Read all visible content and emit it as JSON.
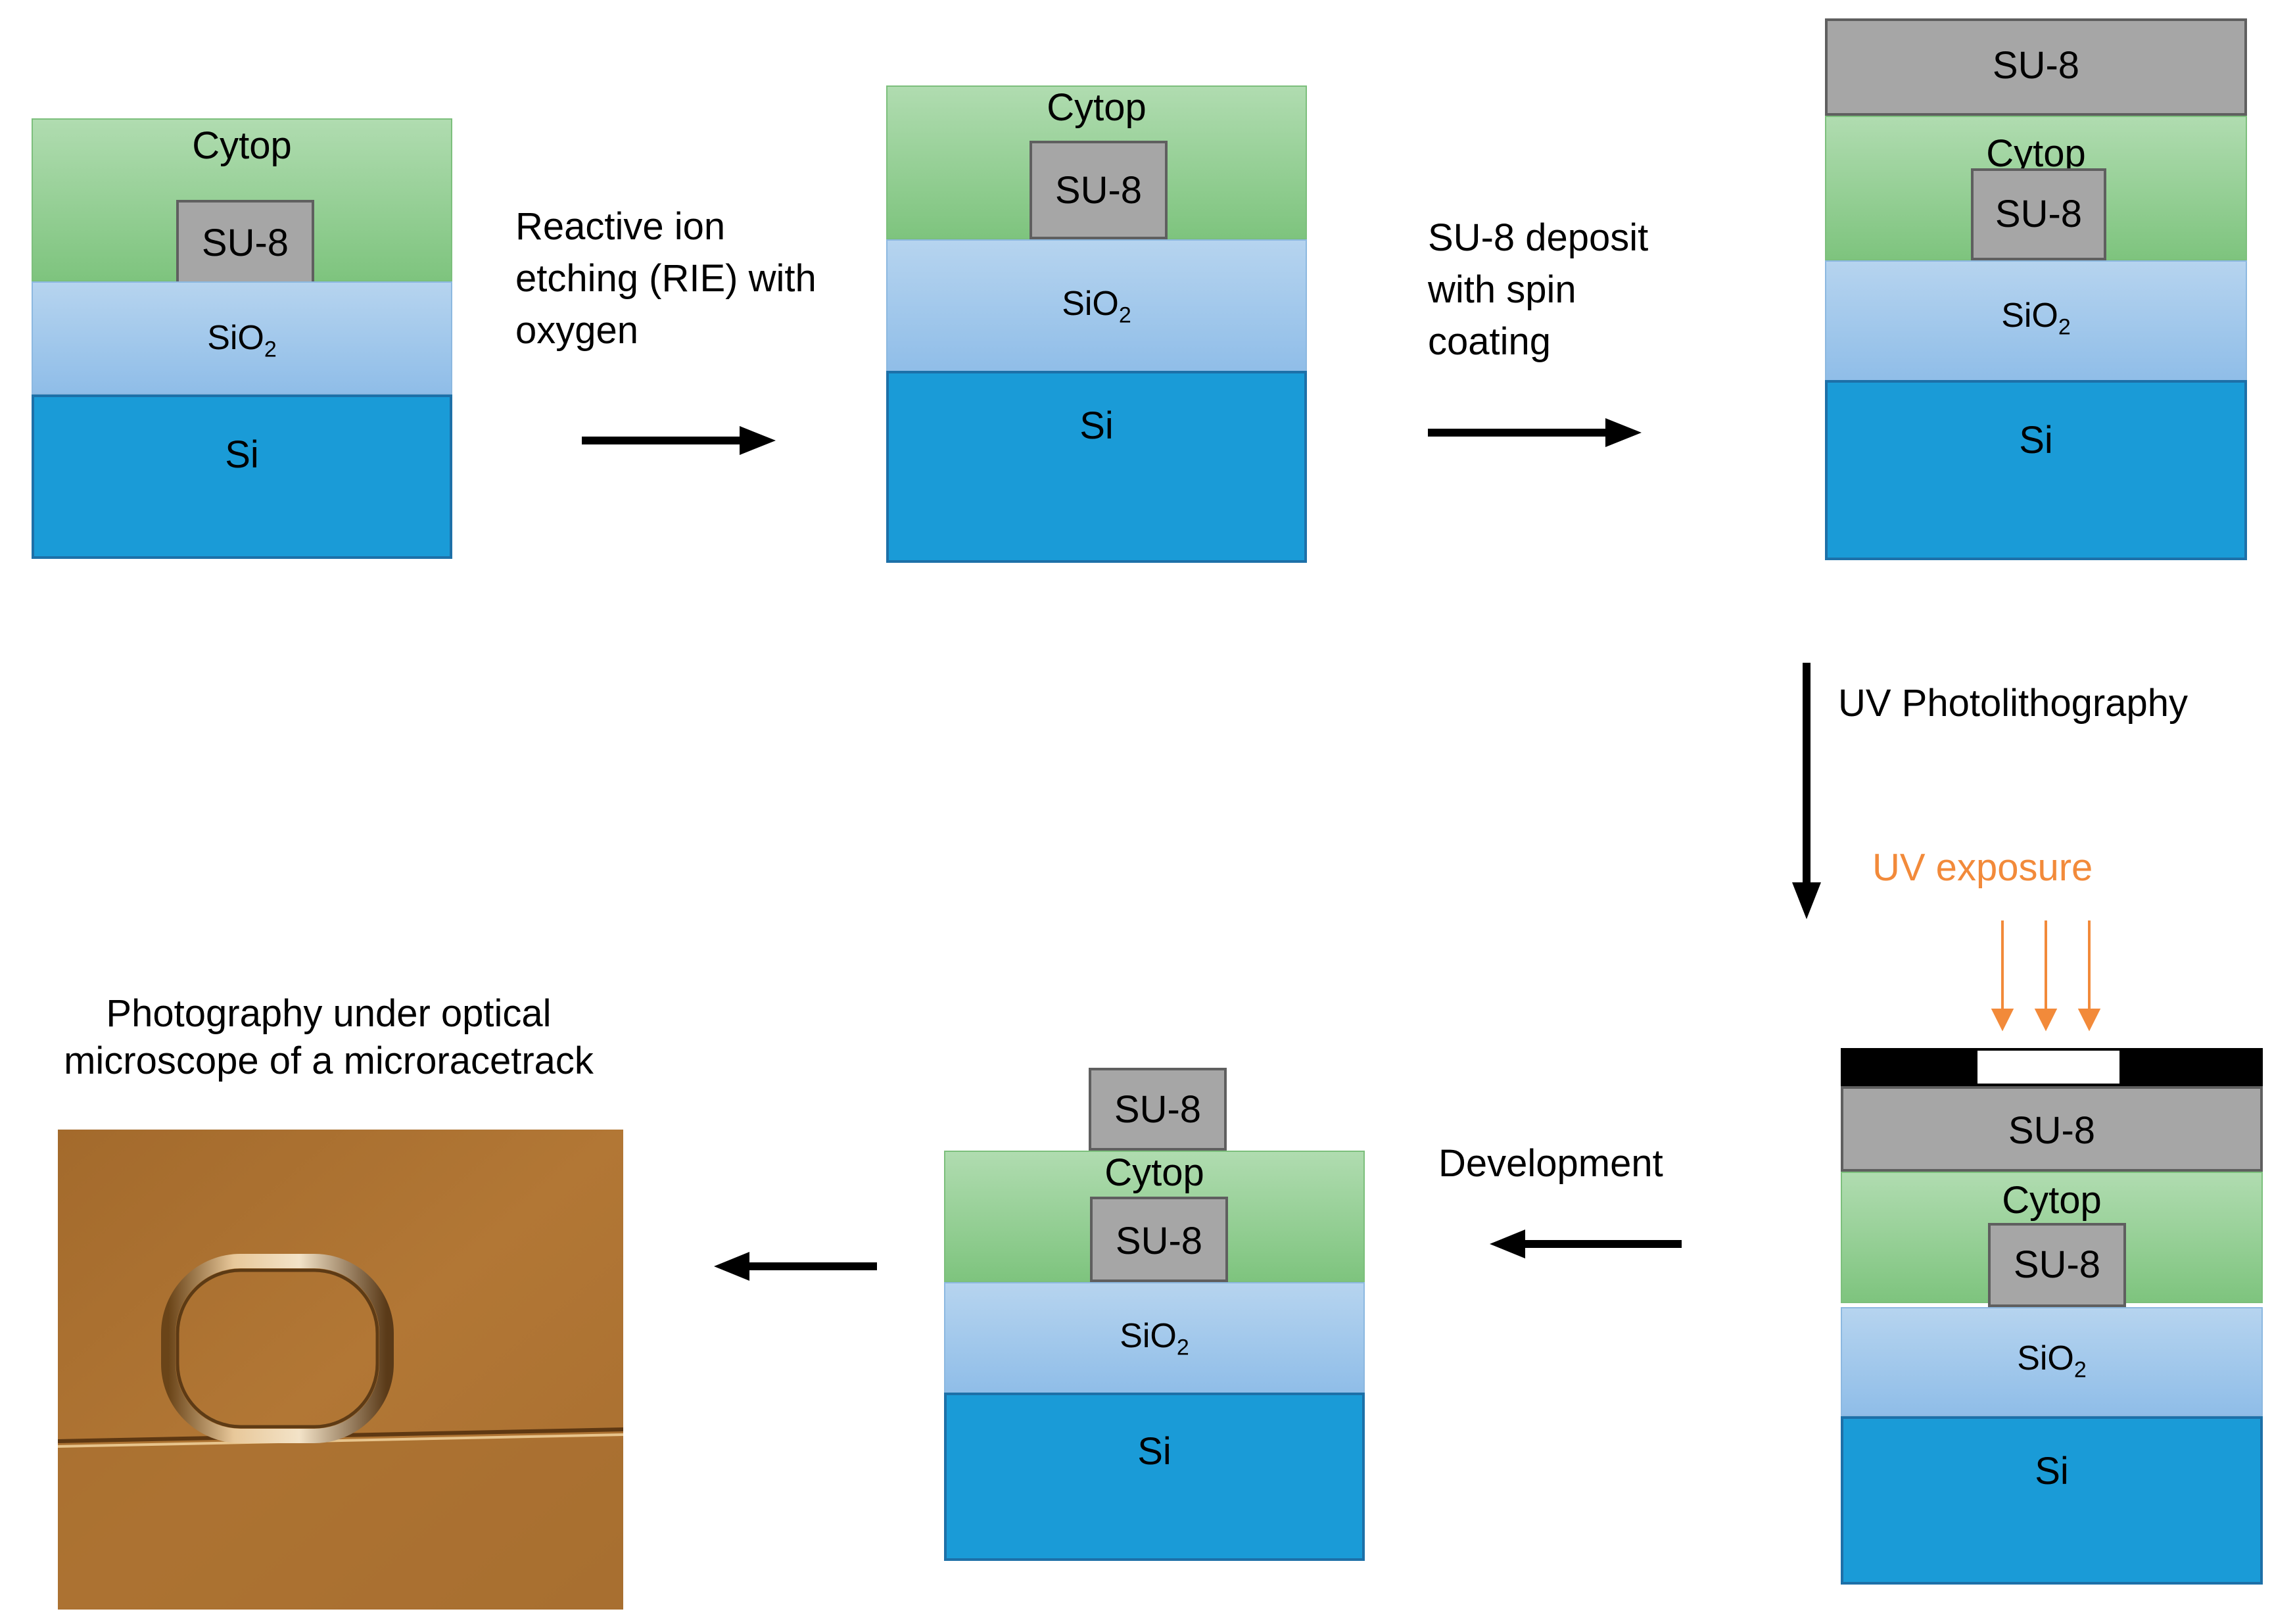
{
  "layers": {
    "cytop": "Cytop",
    "su8": "SU-8",
    "sio2": "SiO",
    "sio2_sub": "2",
    "si": "Si"
  },
  "steps": {
    "rie_line1": "Reactive ion",
    "rie_line2": "etching (RIE) with",
    "rie_line3": "oxygen",
    "spin_line1": "SU-8 deposit",
    "spin_line2": "with spin",
    "spin_line3": "coating",
    "uv_photolithography": "UV Photolithography",
    "uv_exposure": "UV exposure",
    "development": "Development"
  },
  "photo_caption": {
    "line1": "Photography under optical",
    "line2": "microscope of a microracetrack"
  },
  "colors": {
    "cytop": "#9fd39f",
    "sio2": "#a3c9ec",
    "si": "#1a9bd7",
    "su8": "#a6a6a6",
    "uv": "#f28a3a",
    "arrow": "#000000"
  }
}
